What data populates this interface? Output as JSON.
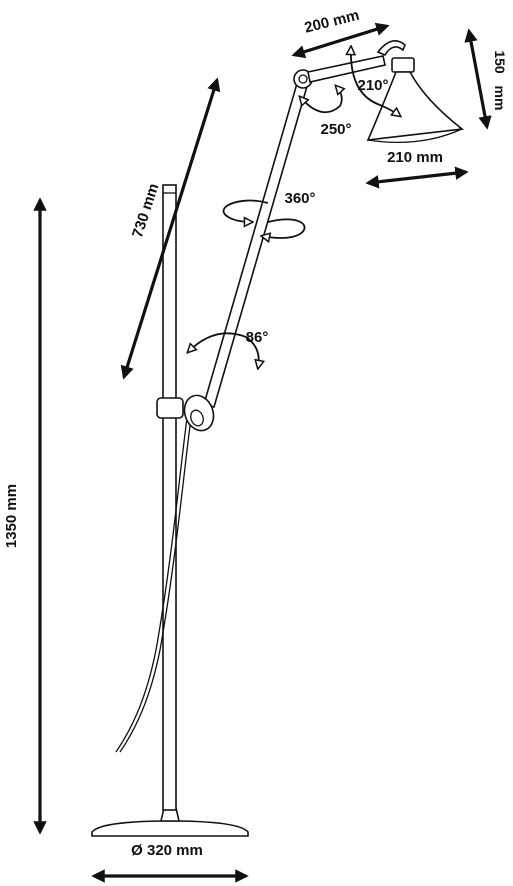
{
  "diagram": {
    "labels": {
      "arm_length": "730 mm",
      "total_height": "1350 mm",
      "base_diameter": "Ø 320 mm",
      "upper_arm": "200 mm",
      "shade_height_value": "150",
      "shade_height_unit": "mm",
      "shade_width": "210 mm",
      "rotation_360": "360°",
      "angle_86": "86°",
      "angle_250": "250°",
      "angle_210": "210°"
    },
    "colors": {
      "line": "#111111",
      "background": "#ffffff"
    }
  }
}
